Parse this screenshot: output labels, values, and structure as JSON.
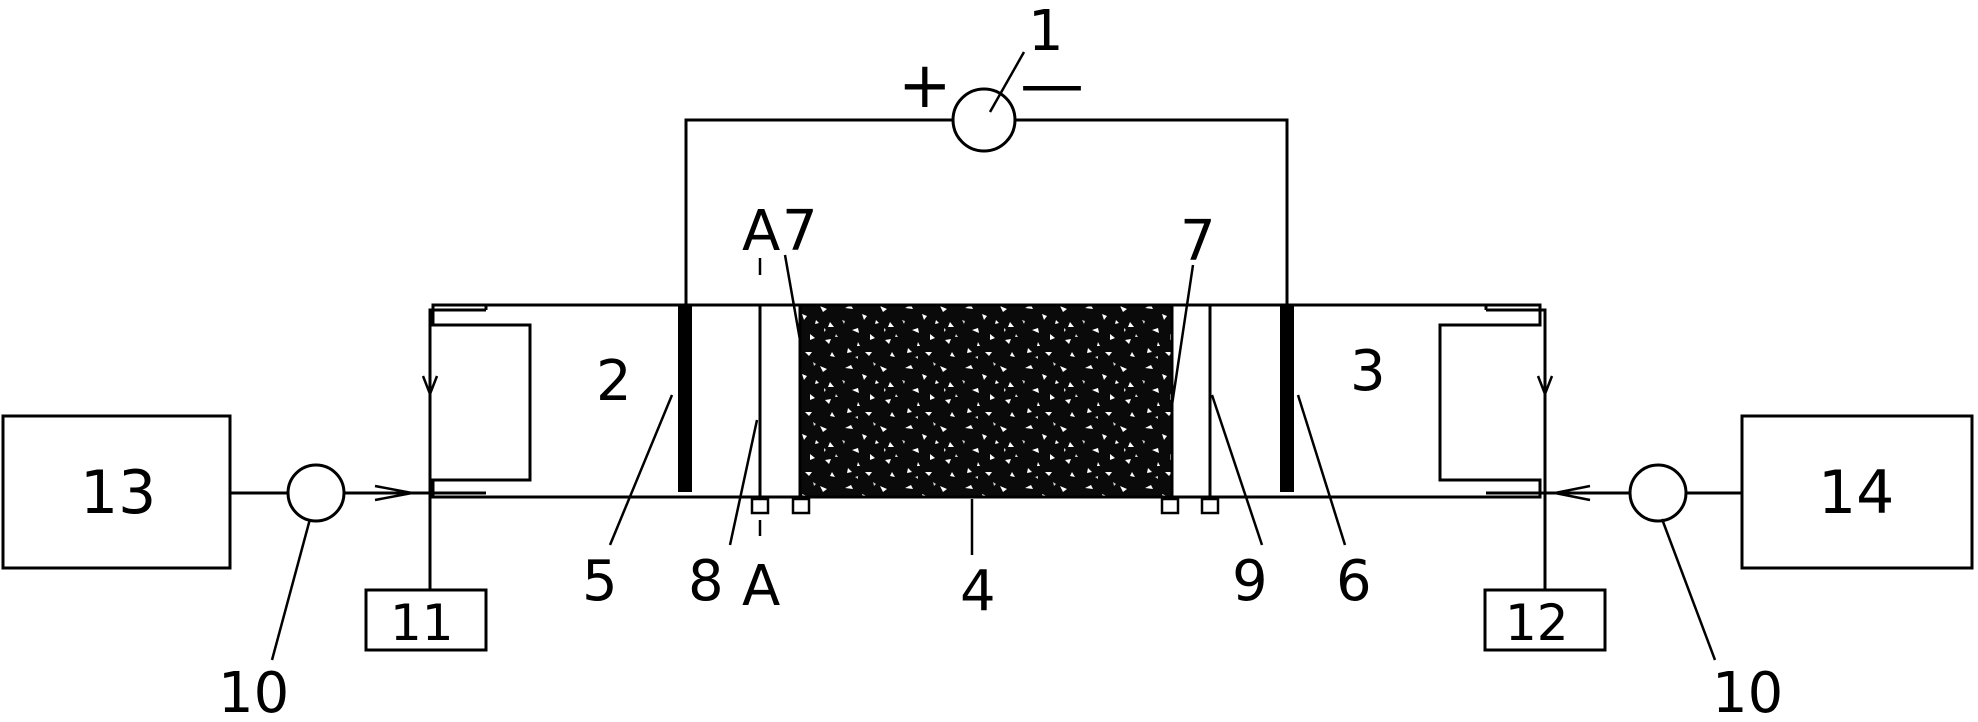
{
  "source": {
    "positive": "+",
    "negative": "—"
  },
  "labels": {
    "source": "1",
    "anode_chamber": "2",
    "cathode_chamber": "3",
    "sample_cell": "4",
    "anode": "5",
    "cathode": "6",
    "membrane_left": "7",
    "membrane_right": "7",
    "probe_left": "8",
    "probe_right": "9",
    "pump_left": "10",
    "pump_right": "10",
    "section_top": "A",
    "section_bottom": "A"
  },
  "boxes": {
    "left_tank": "13",
    "right_tank": "14",
    "left_collector": "11",
    "right_collector": "12"
  }
}
